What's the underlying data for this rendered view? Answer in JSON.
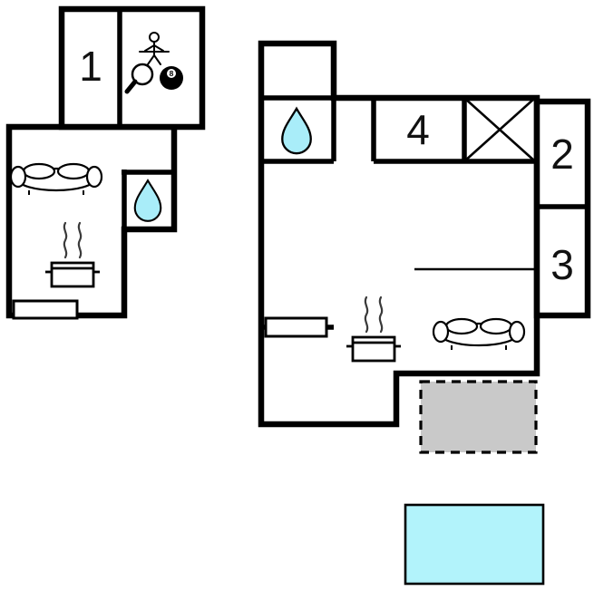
{
  "plan": {
    "type": "floor-plan",
    "buildings": [
      "building-left",
      "building-right"
    ],
    "rooms": [
      {
        "label": "1"
      },
      {
        "label": "2"
      },
      {
        "label": "3"
      },
      {
        "label": "4"
      }
    ],
    "eight_ball_number": "8",
    "colors": {
      "water": "#a9edf9",
      "pool": "#b2f3fb",
      "terrace": "#c9c9c9",
      "walls": "#000000"
    },
    "icons": [
      "foosball-player-icon",
      "table-tennis-paddle-icon",
      "eight-ball-icon",
      "sofa-icon",
      "water-drop-icon",
      "stove-icon",
      "window",
      "x-mark",
      "terrace",
      "pool"
    ]
  }
}
